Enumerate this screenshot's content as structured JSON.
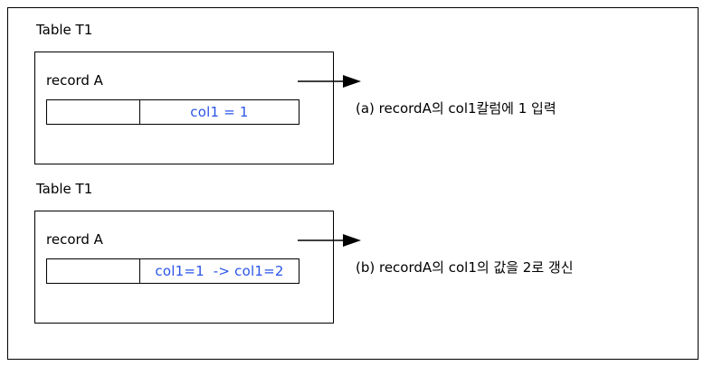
{
  "figure": {
    "background_color": "#ffffff",
    "line_color": "#000000",
    "accent_color": "#2b55e8"
  },
  "scenarios": [
    {
      "id": "a",
      "table_caption": "Table T1",
      "record_label": "record A",
      "cell_key": "",
      "cell_value": "col1 = 1",
      "arrow_icon": "arrow-right-icon",
      "annotation": "(a) recordA의 col1칼럼에 1 입력"
    },
    {
      "id": "b",
      "table_caption": "Table T1",
      "record_label": "record A",
      "cell_key": "",
      "cell_value": "col1=1  -> col1=2",
      "arrow_icon": "arrow-right-icon",
      "annotation": "(b) recordA의 col1의 값을 2로 갱신"
    }
  ]
}
